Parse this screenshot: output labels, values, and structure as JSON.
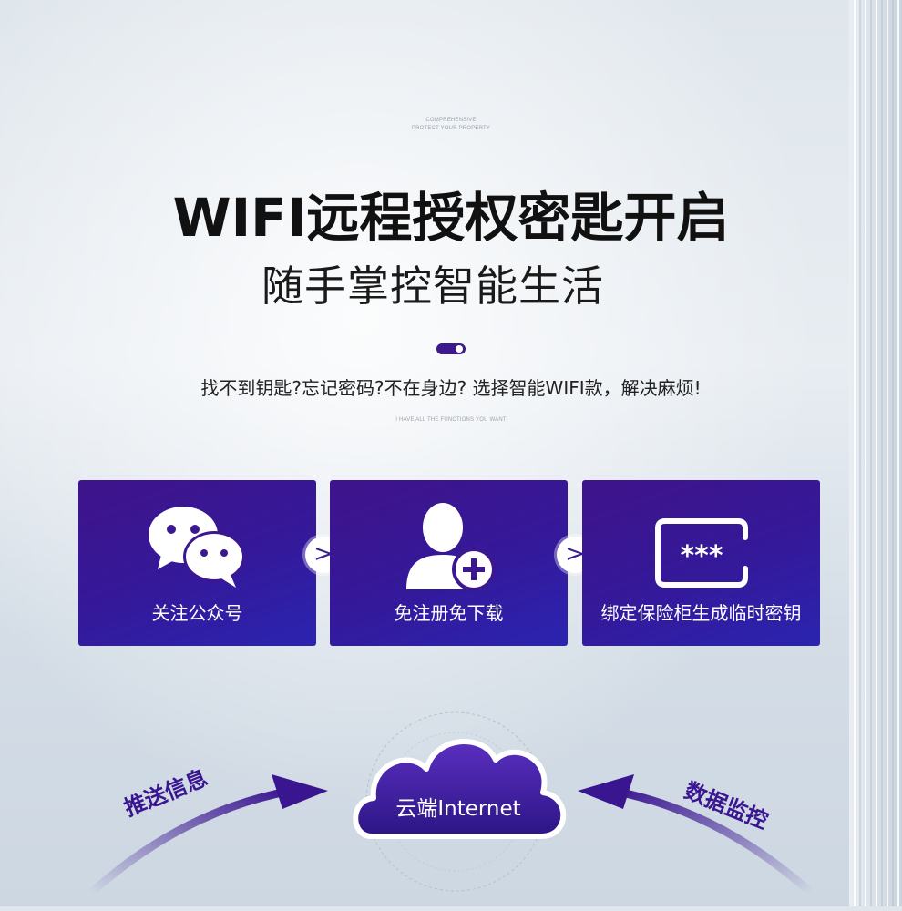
{
  "kicker_top": {
    "line1": "COMPREHENSIVE",
    "line2": "PROTECT YOUR PROPERTY"
  },
  "headline": "WIFI远程授权密匙开启",
  "subhead": "随手掌控智能生活",
  "tagline": "找不到钥匙?忘记密码?不在身边? 选择智能WIFI款，解决麻烦!",
  "kicker_mid": "I HAVE ALL THE FUNCTIONS YOU WANT",
  "steps": [
    {
      "label": "关注公众号",
      "icon": "wechat-icon"
    },
    {
      "label": "免注册免下载",
      "icon": "user-add-icon"
    },
    {
      "label": "绑定保险柜生成临时密钥",
      "icon": "password-icon"
    }
  ],
  "step_arrow": ">",
  "password_mask": "***",
  "cloud_label": "云端Internet",
  "left_label": "推送信息",
  "right_label": "数据监控",
  "colors": {
    "card_start": "#3f138a",
    "card_end": "#2a24b0",
    "accent": "#3a1590"
  }
}
